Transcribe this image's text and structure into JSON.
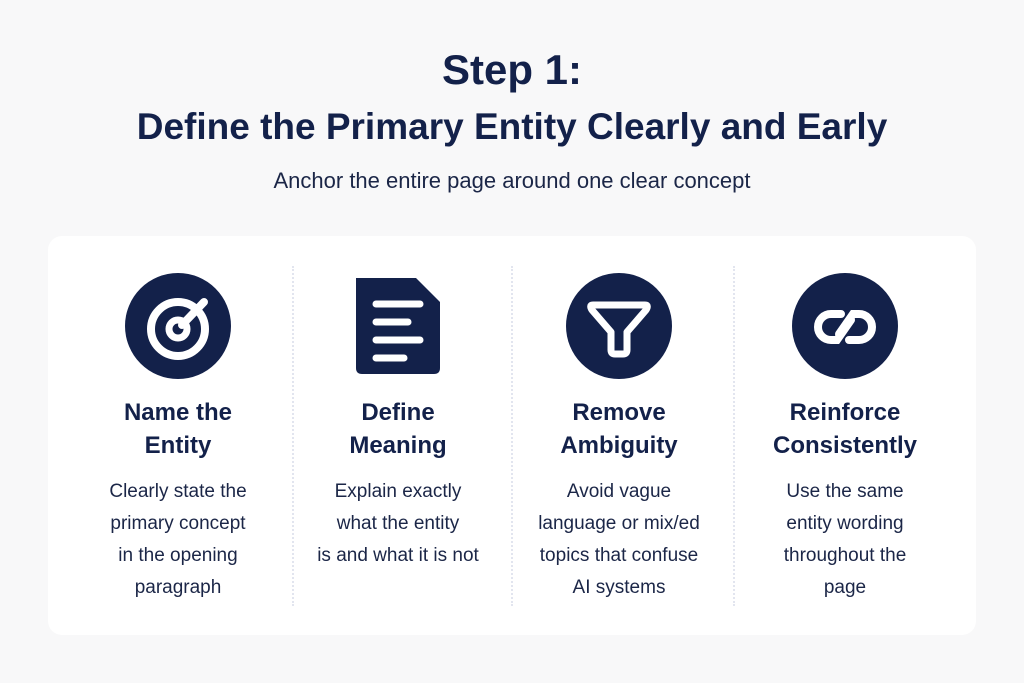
{
  "header": {
    "step": "Step 1:",
    "title": "Define the Primary Entity Clearly and Early",
    "subtitle": "Anchor the entire page around one clear concept"
  },
  "colors": {
    "primary": "#13214a",
    "background": "#f8f8f9"
  },
  "columns": [
    {
      "icon": "target-icon",
      "title1": "Name the",
      "title2": "Entity",
      "lines": [
        "Clearly state the",
        "primary concept",
        "in the opening",
        "paragraph"
      ]
    },
    {
      "icon": "document-icon",
      "title1": "Define",
      "title2": "Meaning",
      "lines": [
        "Explain exactly",
        "what the entity",
        "is and what it is not"
      ]
    },
    {
      "icon": "funnel-icon",
      "title1": "Remove",
      "title2": "Ambiguity",
      "lines": [
        "Avoid vague",
        "language or mix/ed",
        "topics that confuse",
        "AI systems"
      ]
    },
    {
      "icon": "link-icon",
      "title1": "Reinforce",
      "title2": "Consistently",
      "lines": [
        "Use the same",
        "entity wording",
        "throughout the",
        "page"
      ]
    }
  ]
}
